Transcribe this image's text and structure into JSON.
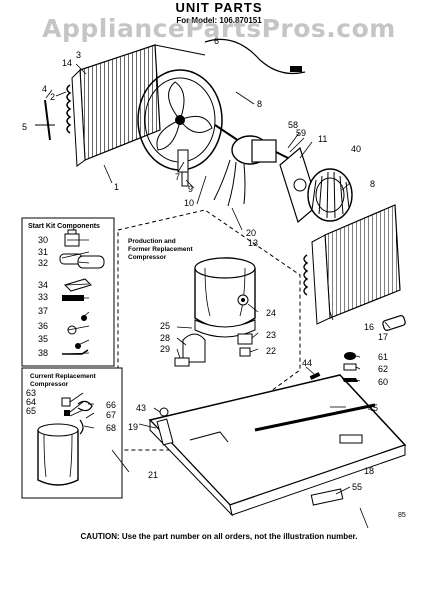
{
  "header": {
    "title": "UNIT PARTS",
    "model_line": "For Model: 106.870151"
  },
  "watermark": "AppliancePartsPros.com",
  "boxes": {
    "start_kit": "Start Kit Components",
    "production": [
      "Production and",
      "Former Replacement",
      "Compressor"
    ],
    "current": [
      "Current Replacement",
      "Compressor"
    ]
  },
  "callouts": {
    "c1": "1",
    "c2": "2",
    "c3": "3",
    "c4": "4",
    "c5": "5",
    "c6": "6",
    "c7": "7",
    "c8a": "8",
    "c8b": "8",
    "c9": "9",
    "c10": "10",
    "c11": "11",
    "c13": "13",
    "c14": "14",
    "c16": "16",
    "c17": "17",
    "c18": "18",
    "c19": "19",
    "c20": "20",
    "c21": "21",
    "c22": "22",
    "c23": "23",
    "c24": "24",
    "c25": "25",
    "c28": "28",
    "c29": "29",
    "c30": "30",
    "c31": "31",
    "c32": "32",
    "c33": "33",
    "c34": "34",
    "c35": "35",
    "c36": "36",
    "c37": "37",
    "c38": "38",
    "c40": "40",
    "c43": "43",
    "c44": "44",
    "c45": "45",
    "c55": "55",
    "c58": "58",
    "c59": "59",
    "c60": "60",
    "c61": "61",
    "c62": "62",
    "c63": "63",
    "c64": "64",
    "c65": "65",
    "c66": "66",
    "c67": "67",
    "c68": "68"
  },
  "footer": {
    "caution": "CAUTION: Use the part number on all orders, not the illustration number.",
    "page": "85"
  }
}
